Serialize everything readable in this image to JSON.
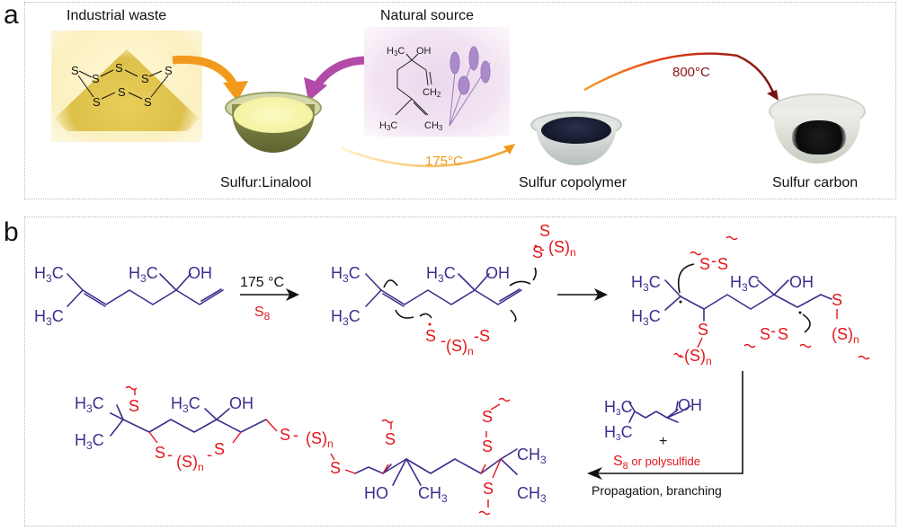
{
  "panel_a": {
    "label": "a",
    "industrial_waste": "Industrial waste",
    "natural_source": "Natural source",
    "sulfur_linalool": "Sulfur:Linalool",
    "sulfur_copolymer": "Sulfur copolymer",
    "sulfur_carbon": "Sulfur carbon",
    "temp_1": "175°C",
    "temp_2": "800°C",
    "s8_atom": "S",
    "linalool_labels": {
      "h3c_top": "H3C",
      "oh": "OH",
      "ch2": "CH2",
      "h3c_bottom": "H3C",
      "ch3": "CH3"
    }
  },
  "panel_b": {
    "label": "b",
    "conditions_top": "175 °C",
    "conditions_bottom": "S8",
    "atom_H3C": "H",
    "atom_OH": "OH",
    "atom_S": "S",
    "atom_Sn": "(S)",
    "subscript_n": "n",
    "subscript_3": "3",
    "subscript_8": "8",
    "plus": "+",
    "reagent": "or polysulfide",
    "reagent_S": "S",
    "propagation": "Propagation, branching",
    "HO": "HO",
    "CH": "CH"
  },
  "colors": {
    "molecule": "#3f2d8c",
    "sulfur": "#e3151b",
    "arrow_orange": "#f19a1c",
    "arrow_purple": "#b24aa8",
    "arrow_800": "#8c1414"
  }
}
